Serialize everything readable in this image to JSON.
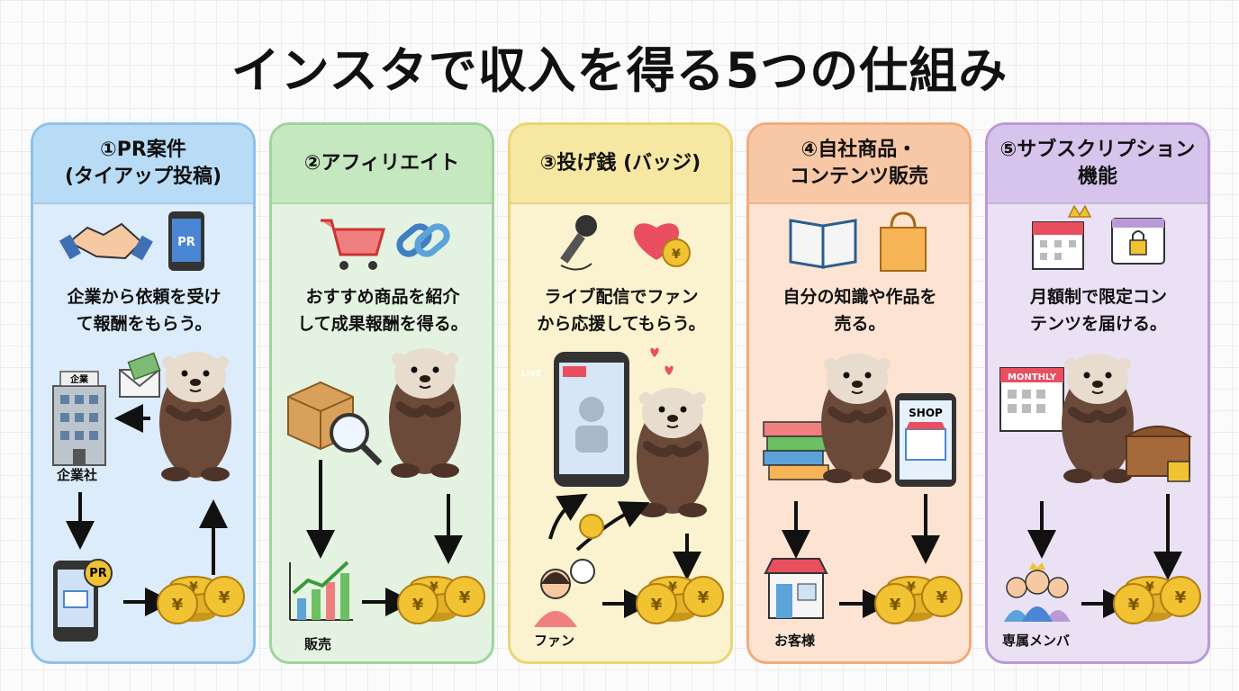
{
  "title": "インスタで収入を得る5つの仕組み",
  "panels": [
    {
      "heading": "①PR案件\n(タイアップ投稿)",
      "description": "企業から依頼を受け\nて報酬をもらう。",
      "labels": {
        "company": "企業社",
        "sign": "企業",
        "pr": "PR"
      }
    },
    {
      "heading": "②アフィリエイト",
      "description": "おすすめ商品を紹介\nして成果報酬を得る。",
      "labels": {
        "sales": "販売"
      }
    },
    {
      "heading": "③投げ銭 (バッジ)",
      "description": "ライブ配信でファン\nから応援してもらう。",
      "labels": {
        "live": "LIVE",
        "fan": "ファン"
      }
    },
    {
      "heading": "④自社商品・\nコンテンツ販売",
      "description": "自分の知識や作品を\n売る。",
      "labels": {
        "shop": "SHOP",
        "customer": "お客様"
      }
    },
    {
      "heading": "⑤サブスクリプション\n機能",
      "description": "月額制で限定コン\nテンツを届ける。",
      "labels": {
        "monthly": "MONTHLY",
        "members": "専属メンバ"
      }
    }
  ],
  "colors": {
    "otter_body": "#6b4a3a",
    "otter_face": "#e7dccd",
    "coin": "#f1c232",
    "arrow": "#111111"
  }
}
